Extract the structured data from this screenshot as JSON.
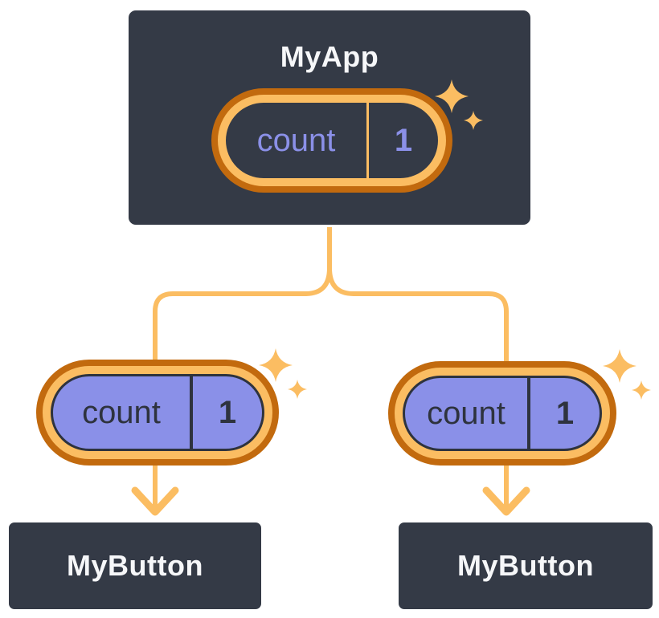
{
  "tree": {
    "root": {
      "label": "MyApp",
      "state": {
        "name": "count",
        "value": "1"
      }
    },
    "children": [
      {
        "label": "MyButton",
        "state": {
          "name": "count",
          "value": "1"
        }
      },
      {
        "label": "MyButton",
        "state": {
          "name": "count",
          "value": "1"
        }
      }
    ]
  },
  "icons": {
    "sparkle": "four-point-sparkle-stars",
    "arrow": "down-arrow-chevron"
  },
  "colors": {
    "background": "#FFFFFF",
    "node_fill": "#343A46",
    "node_border": "#FFFFFF",
    "node_text": "#F6F7F9",
    "pill_ring_outer": "#C26A0E",
    "pill_ring_inner": "#FBBD62",
    "pill_fill_root": "#343A46",
    "pill_text_root": "#8B90E8",
    "pill_fill_child": "#8A90E8",
    "pill_text_child": "#2E333E",
    "connector": "#FBBD62"
  }
}
